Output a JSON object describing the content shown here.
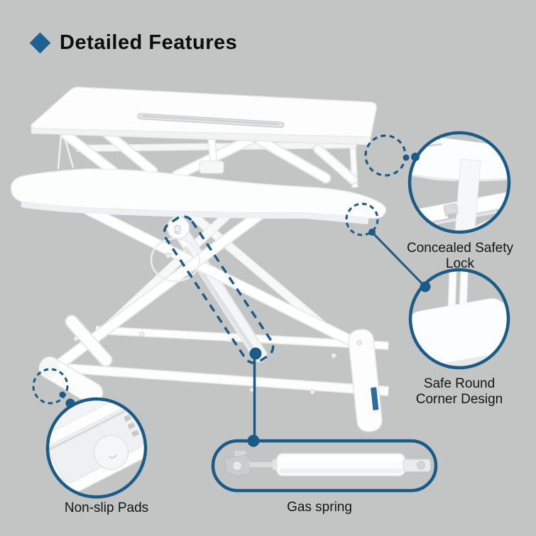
{
  "page": {
    "background_color": "#c3c4c4",
    "accent_color": "#1a5b88",
    "text_color": "#151515"
  },
  "header": {
    "title": "Detailed Features",
    "icon": "diamond-icon",
    "icon_color": "#1d6093"
  },
  "callouts": {
    "safety_lock": {
      "label": "Concealed Safety Lock",
      "marker": "dashed-circle-magnifier"
    },
    "round_corner": {
      "label": "Safe Round Corner Design",
      "marker": "dashed-circle-magnifier"
    },
    "non_slip_pads": {
      "label": "Non-slip Pads",
      "marker": "dashed-circle-magnifier"
    },
    "gas_spring": {
      "label": "Gas spring",
      "marker": "dashed-rect-pill"
    }
  }
}
